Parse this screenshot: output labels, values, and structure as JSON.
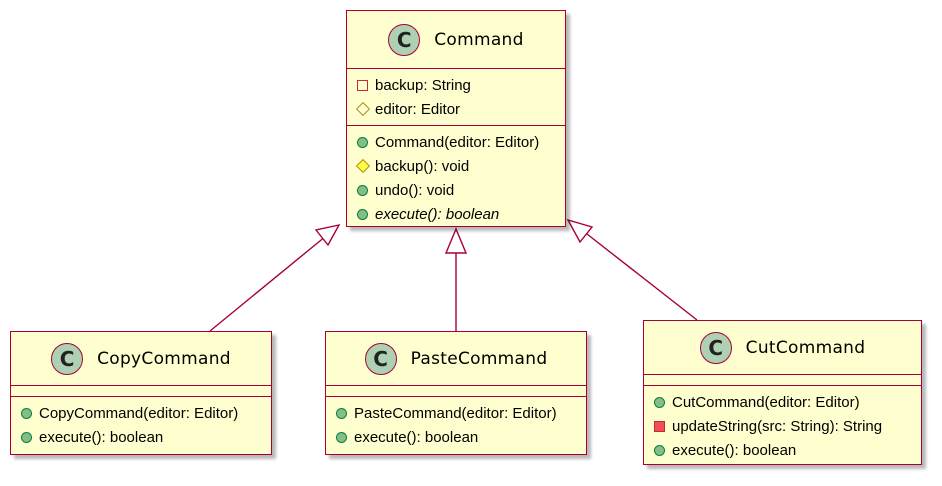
{
  "diagram": {
    "type": "class-diagram",
    "colors": {
      "class_fill": "#fefece",
      "class_border": "#a80036",
      "badge_fill": "#add1b2",
      "edge": "#a80036"
    },
    "classes": [
      {
        "id": "command",
        "badge": "C",
        "name": "Command",
        "fields": [
          {
            "visibility": "private",
            "text": "backup: String"
          },
          {
            "visibility": "protected",
            "text": "editor: Editor"
          }
        ],
        "methods": [
          {
            "visibility": "public",
            "text": "Command(editor: Editor)"
          },
          {
            "visibility": "protected",
            "text": "backup(): void"
          },
          {
            "visibility": "public",
            "text": "undo(): void"
          },
          {
            "visibility": "public",
            "text": "execute(): boolean",
            "abstract": true
          }
        ]
      },
      {
        "id": "copy",
        "badge": "C",
        "name": "CopyCommand",
        "fields": [],
        "methods": [
          {
            "visibility": "public",
            "text": "CopyCommand(editor: Editor)"
          },
          {
            "visibility": "public",
            "text": "execute(): boolean"
          }
        ]
      },
      {
        "id": "paste",
        "badge": "C",
        "name": "PasteCommand",
        "fields": [],
        "methods": [
          {
            "visibility": "public",
            "text": "PasteCommand(editor: Editor)"
          },
          {
            "visibility": "public",
            "text": "execute(): boolean"
          }
        ]
      },
      {
        "id": "cut",
        "badge": "C",
        "name": "CutCommand",
        "fields": [],
        "methods": [
          {
            "visibility": "public",
            "text": "CutCommand(editor: Editor)"
          },
          {
            "visibility": "private",
            "text": "updateString(src: String): String"
          },
          {
            "visibility": "public",
            "text": "execute(): boolean"
          }
        ]
      }
    ],
    "relations": [
      {
        "type": "inheritance",
        "from": "copy",
        "to": "command"
      },
      {
        "type": "inheritance",
        "from": "paste",
        "to": "command"
      },
      {
        "type": "inheritance",
        "from": "cut",
        "to": "command"
      }
    ]
  }
}
